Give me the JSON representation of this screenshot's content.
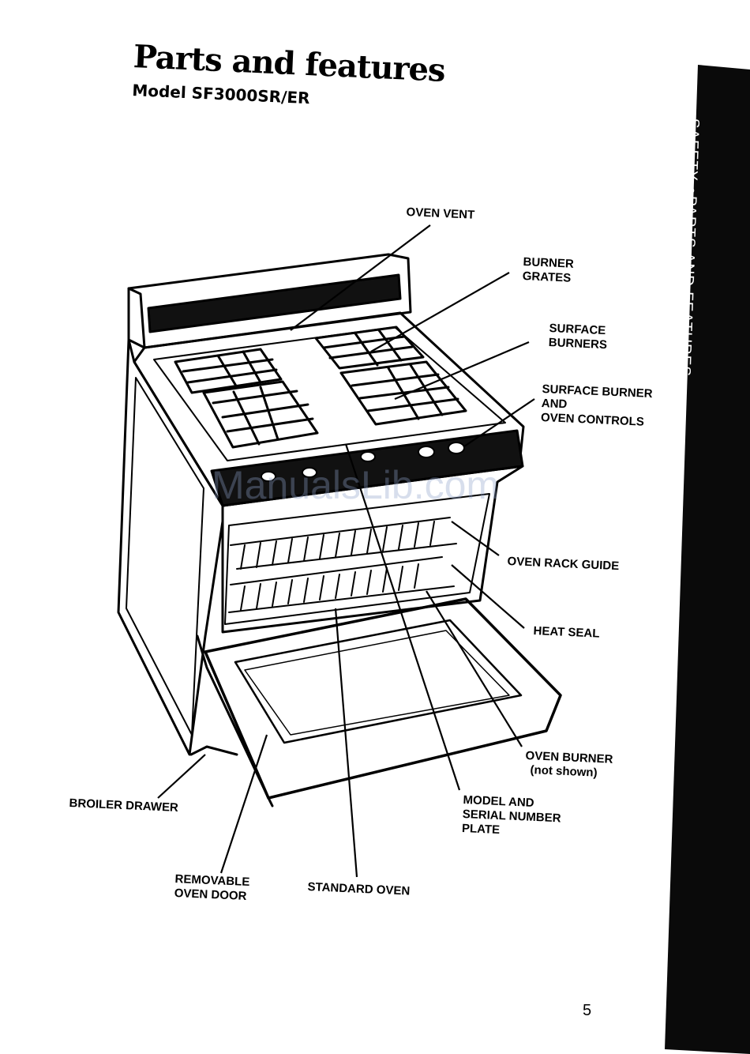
{
  "header": {
    "title": "Parts and features",
    "subtitle": "Model SF3000SR/ER"
  },
  "side_tab": {
    "text": "SAFETY ●PARTS AND FEATURES"
  },
  "labels": {
    "oven_vent": "OVEN VENT",
    "burner_grates": "BURNER\nGRATES",
    "surface_burners": "SURFACE\nBURNERS",
    "controls": "SURFACE BURNER\nAND\nOVEN CONTROLS",
    "rack_guide": "OVEN RACK GUIDE",
    "heat_seal": "HEAT SEAL",
    "oven_burner": "OVEN BURNER",
    "oven_burner_note": "(not shown)",
    "model_plate": "MODEL AND\nSERIAL NUMBER\nPLATE",
    "broiler_drawer": "BROILER DRAWER",
    "oven_door": "REMOVABLE\nOVEN DOOR",
    "standard_oven": "STANDARD OVEN"
  },
  "watermark": "ManualsLib.com",
  "page_number": "5"
}
